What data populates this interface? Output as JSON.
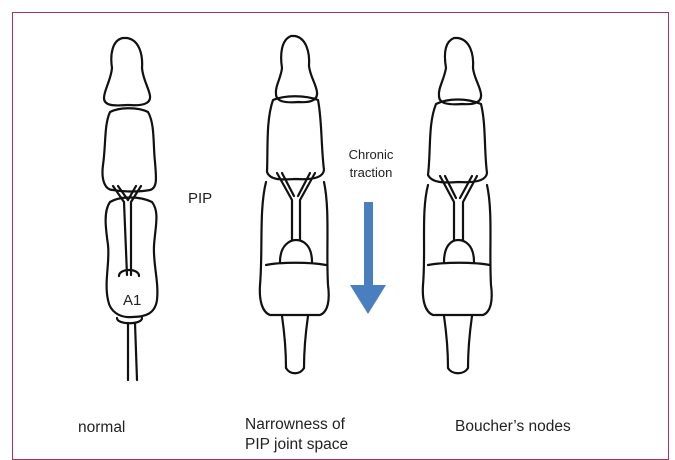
{
  "figure": {
    "labels": {
      "pip": "PIP",
      "a1": "A1",
      "chronic": "Chronic",
      "traction": "traction"
    },
    "captions": {
      "normal": "normal",
      "narrowness_line1": "Narrowness of",
      "narrowness_line2": "PIP joint space",
      "boucher": "Boucher’s nodes"
    },
    "colors": {
      "frame": "#a8335f",
      "line": "#111111",
      "arrow": "#4a7fbf"
    }
  }
}
